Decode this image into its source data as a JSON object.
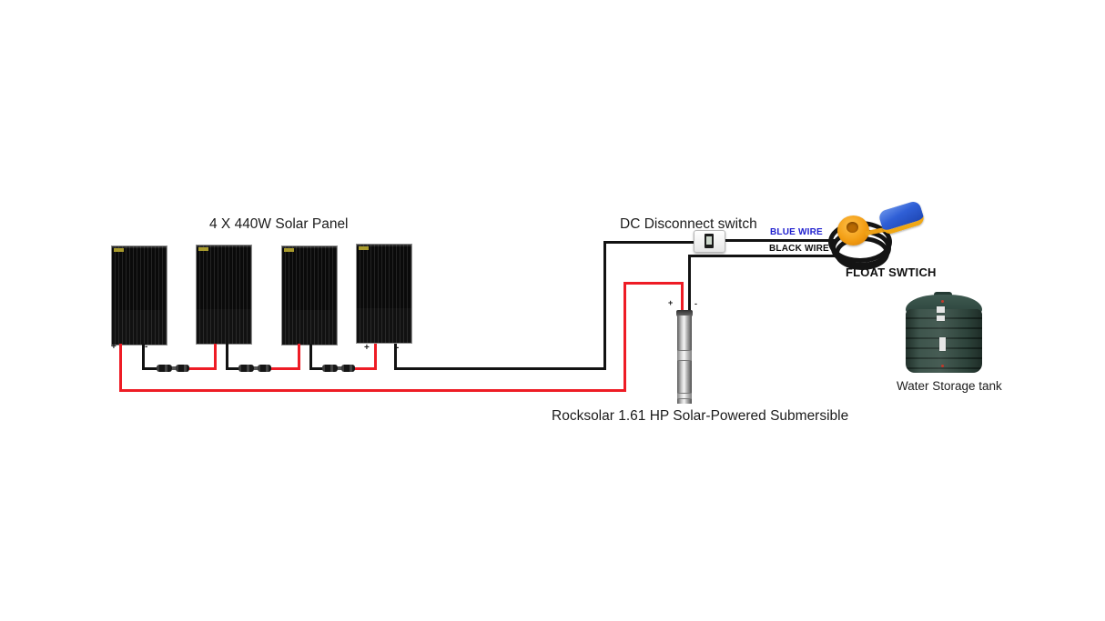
{
  "solar_array": {
    "title": "4 X 440W Solar Panel",
    "panel_count": 4,
    "panels": [
      {
        "id": 1,
        "positive": "+",
        "negative": "-"
      },
      {
        "id": 2
      },
      {
        "id": 3
      },
      {
        "id": 4,
        "positive": "+",
        "negative": "-"
      }
    ]
  },
  "dc_disconnect": {
    "label": "DC Disconnect switch"
  },
  "float_switch": {
    "label": "FLOAT SWTICH",
    "blue_wire_label": "BLUE WIRE",
    "black_wire_label": "BLACK WIRE"
  },
  "pump": {
    "label": "Rocksolar 1.61 HP Solar-Powered Submersible",
    "positive": "+",
    "negative": "-"
  },
  "tank": {
    "label": "Water Storage tank"
  },
  "colors": {
    "positive_wire": "#ee1c25",
    "negative_wire": "#121212",
    "blue_wire_text": "#2121cf",
    "black_wire_text": "#111111",
    "float_orange": "#f5a11c",
    "float_yellow": "#efa715",
    "float_blue": "#2e5ed2",
    "tank_green": "#324a41",
    "panel_black": "#141414"
  }
}
